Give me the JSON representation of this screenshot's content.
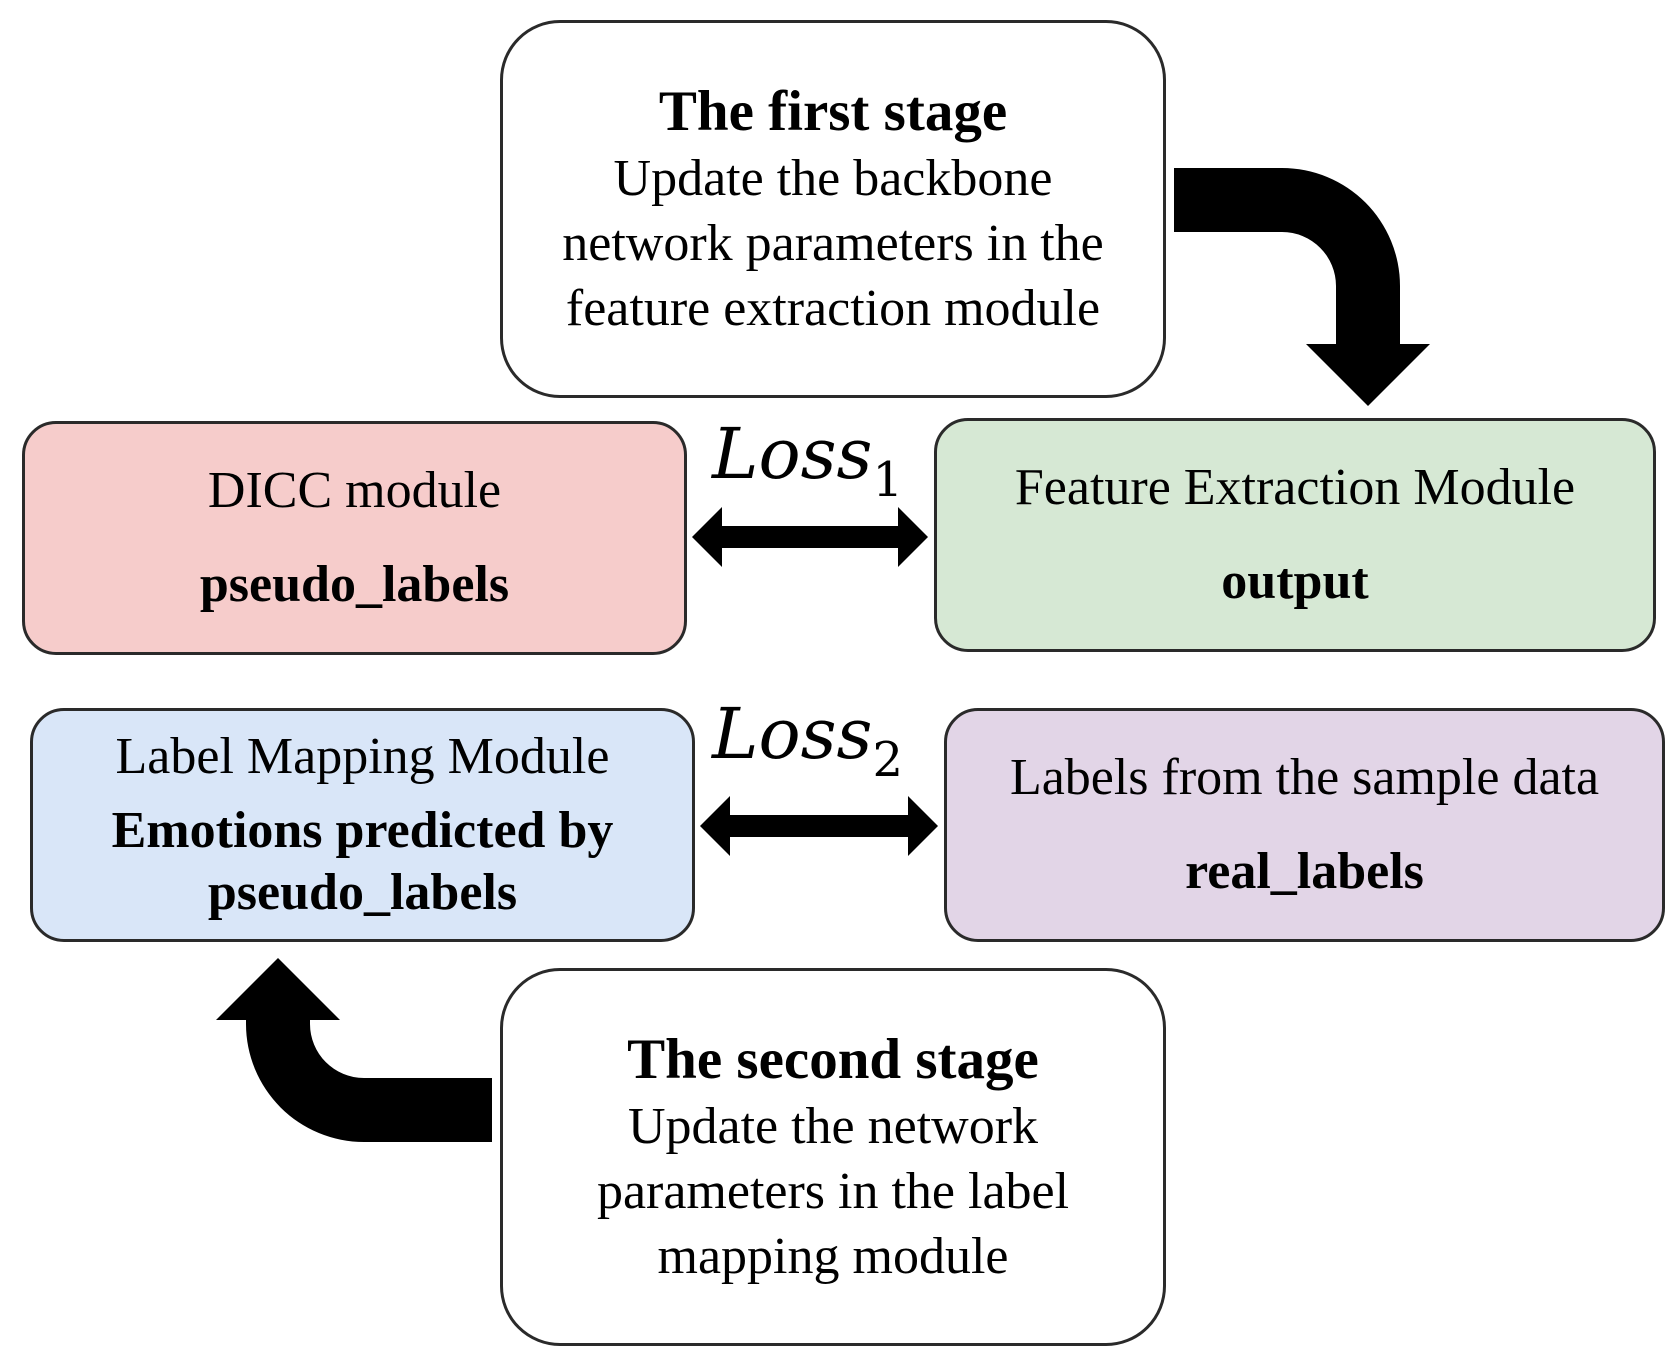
{
  "stage1": {
    "title": "The first stage",
    "lines": [
      "Update the backbone",
      "network parameters in the",
      "feature extraction module"
    ]
  },
  "stage2": {
    "title": "The second stage",
    "lines": [
      "Update the network",
      "parameters in the label",
      "mapping module"
    ]
  },
  "dicc": {
    "title": "DICC module",
    "sub": "pseudo_labels",
    "color": "#f6cccb"
  },
  "feature": {
    "title": "Feature Extraction Module",
    "sub": "output",
    "color": "#d6e8d4"
  },
  "label_mapping": {
    "title": "Label Mapping Module",
    "sub_lines": [
      "Emotions predicted by",
      "pseudo_labels"
    ],
    "color": "#d9e6f8"
  },
  "real": {
    "title": "Labels from the sample data",
    "sub": "real_labels",
    "color": "#e2d5e7"
  },
  "loss1": {
    "base": "Loss",
    "index": "1"
  },
  "loss2": {
    "base": "Loss",
    "index": "2"
  }
}
